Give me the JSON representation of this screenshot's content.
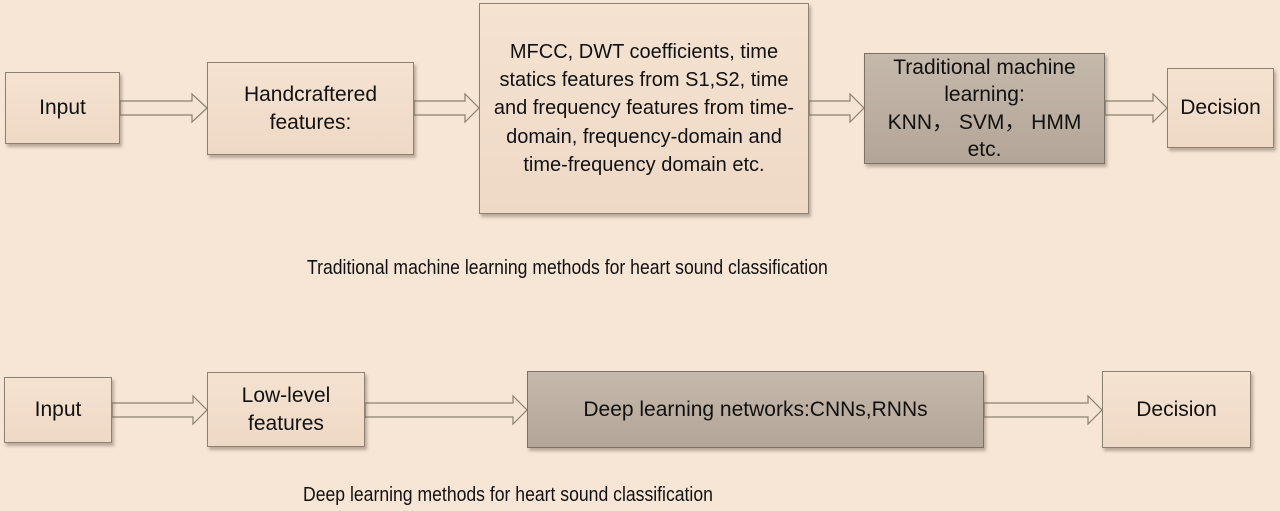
{
  "colors": {
    "background": "#f7e5d5",
    "box_light": "#f2dfcc",
    "box_dark": "#bcb0a2",
    "border": "#8c8070",
    "text": "#111111"
  },
  "traditional": {
    "input": "Input",
    "handcrafted": "Handcraftered\nfeatures:",
    "features": "MFCC, DWT coefficients, time\nstatics features from S1,S2, time\nand frequency features from time-\ndomain, frequency-domain and\ntime-frequency domain etc.",
    "classifier": "Traditional machine\nlearning:\nKNN， SVM， HMM etc.",
    "decision": "Decision",
    "caption": "Traditional machine learning methods for heart sound classification"
  },
  "deep": {
    "input": "Input",
    "low_level": "Low-level features",
    "network": "Deep learning networks:CNNs,RNNs",
    "decision": "Decision",
    "caption": "Deep  learning methods for heart sound classification"
  }
}
